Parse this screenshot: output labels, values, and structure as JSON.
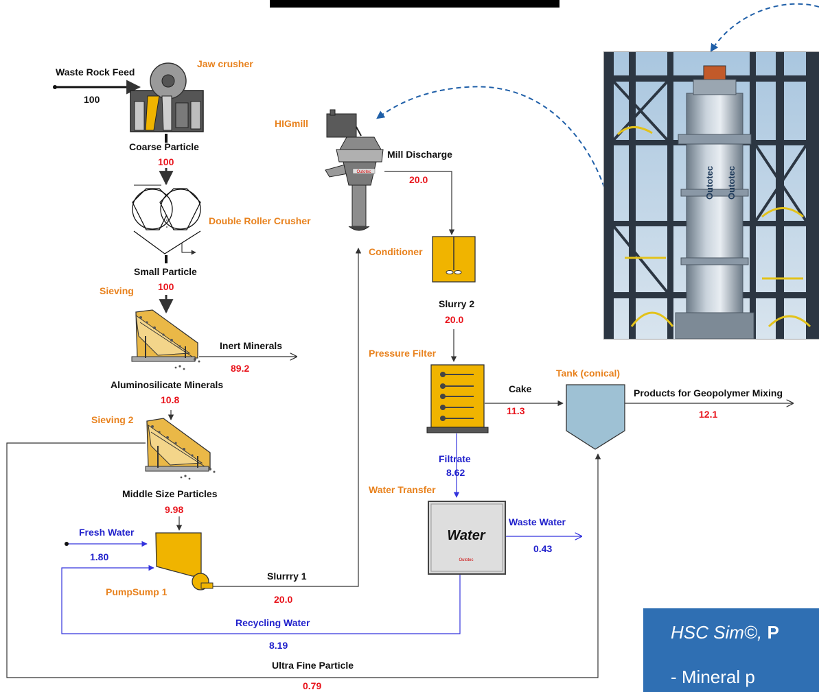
{
  "units": {
    "jaw_crusher": "Jaw crusher",
    "double_roller": "Double Roller Crusher",
    "sieving": "Sieving",
    "sieving2": "Sieving 2",
    "pumpsump": "PumpSump 1",
    "higmill": "HIGmill",
    "conditioner": "Conditioner",
    "pressure_filter": "Pressure Filter",
    "water_transfer": "Water Transfer",
    "tank": "Tank (conical)"
  },
  "streams": {
    "waste_rock_feed": {
      "label": "Waste Rock Feed",
      "value": "100"
    },
    "coarse_particle": {
      "label": "Coarse Particle",
      "value": "100"
    },
    "small_particle": {
      "label": "Small Particle",
      "value": "100"
    },
    "inert_minerals": {
      "label": "Inert Minerals",
      "value": "89.2"
    },
    "aluminosilicate": {
      "label": "Aluminosilicate Minerals",
      "value": "10.8"
    },
    "middle_size": {
      "label": "Middle Size Particles",
      "value": "9.98"
    },
    "fresh_water": {
      "label": "Fresh Water",
      "value": "1.80"
    },
    "slurry1": {
      "label": "Slurrry 1",
      "value": "20.0"
    },
    "mill_discharge": {
      "label": "Mill Discharge",
      "value": "20.0"
    },
    "slurry2": {
      "label": "Slurry 2",
      "value": "20.0"
    },
    "cake": {
      "label": "Cake",
      "value": "11.3"
    },
    "products": {
      "label": "Products for Geopolymer Mixing",
      "value": "12.1"
    },
    "filtrate": {
      "label": "Filtrate",
      "value": "8.62"
    },
    "waste_water": {
      "label": "Waste Water",
      "value": "0.43"
    },
    "recycling_water": {
      "label": "Recycling Water",
      "value": "8.19"
    },
    "ultra_fine": {
      "label": "Ultra Fine Particle",
      "value": "0.79"
    }
  },
  "equipment_text": {
    "water_block": "Water",
    "outotec_small": "Outotec",
    "higmill_brand": "Outotec",
    "photo_text": "Outotec"
  },
  "callout": {
    "line1_italic": "HSC Sim©, ",
    "line1_bold": "P",
    "line2": "-    Mineral p"
  },
  "colors": {
    "unit_label": "#e8821e",
    "stream_value": "#e8141c",
    "water_stream": "#2222cc",
    "equipment_yellow": "#f0b400",
    "callout_bg": "#2f6fb3",
    "dashed_arrow": "#1f5fa8"
  }
}
